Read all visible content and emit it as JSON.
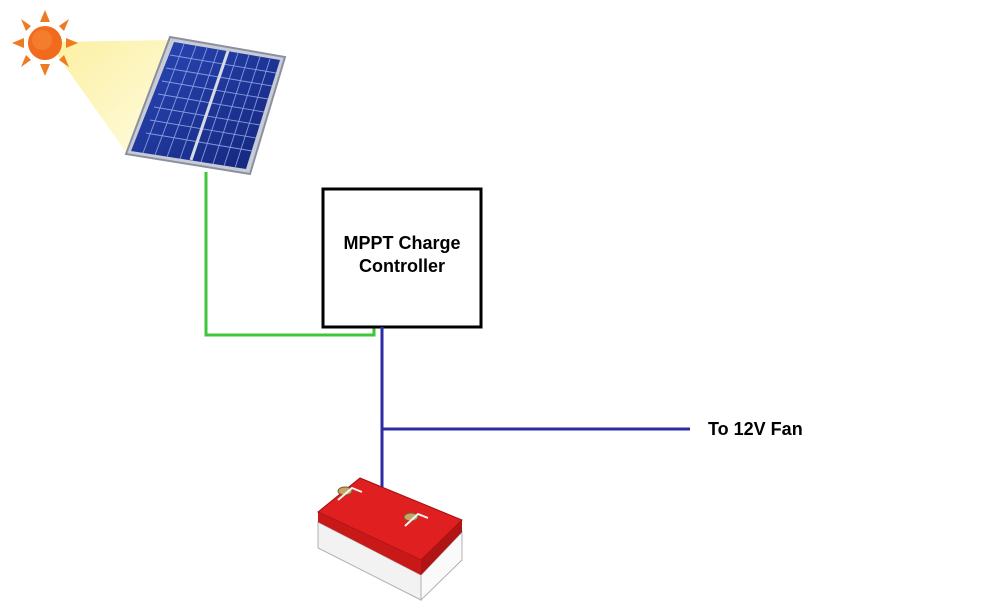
{
  "controller": {
    "line1": "MPPT Charge",
    "line2": "Controller"
  },
  "fan": {
    "label": "To 12V Fan"
  },
  "colors": {
    "panel_wire": "#3fc83a",
    "load_wire": "#2a2aa8",
    "sun": "#f06a1e",
    "sun_beam": "#fbf3b0",
    "panel_cell": "#1b2f87",
    "battery_top": "#d81e1e",
    "battery_body": "#f4f4f4"
  },
  "icons": {
    "sun": "sun-icon",
    "solar_panel": "solar-panel-icon",
    "battery": "battery-icon"
  }
}
